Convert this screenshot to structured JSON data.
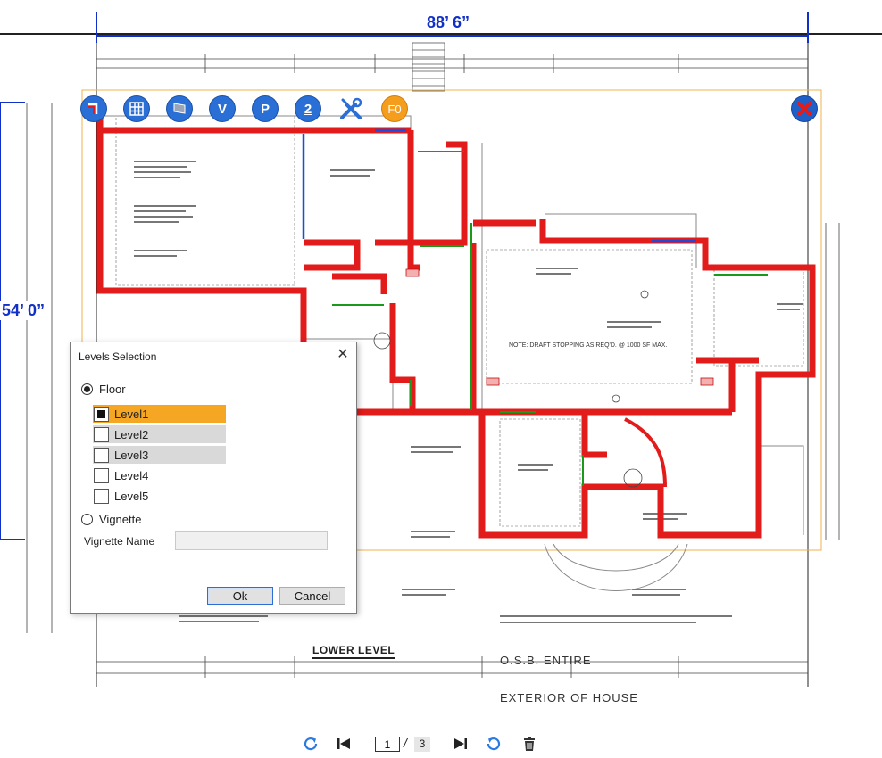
{
  "plan": {
    "dimension_top": "88’ 6”",
    "dimension_left": "54’ 0”",
    "title_line1": "O.S.B. ENTIRE",
    "title_line2": "EXTERIOR OF HOUSE",
    "level_name": "LOWER LEVEL",
    "draft_note": "NOTE: DRAFT STOPPING AS REQ'D. @ 1000 SF MAX."
  },
  "toolbar": {
    "buttons": [
      {
        "id": "wall-tool",
        "icon": "wall-corner-icon",
        "label": ""
      },
      {
        "id": "grid-tool",
        "icon": "grid-icon",
        "label": ""
      },
      {
        "id": "flag-tool",
        "icon": "flag-icon",
        "label": ""
      },
      {
        "id": "v-tool",
        "icon": "",
        "label": "V"
      },
      {
        "id": "p-tool",
        "icon": "",
        "label": "P"
      },
      {
        "id": "level-tool",
        "icon": "",
        "label": "2"
      },
      {
        "id": "tools",
        "icon": "wrench-screwdriver-icon",
        "label": ""
      },
      {
        "id": "floor-indicator",
        "icon": "",
        "label": "F0"
      }
    ],
    "accent": "#2a6fd6",
    "orange": "#f59d1d"
  },
  "dialog": {
    "title": "Levels Selection",
    "floor_label": "Floor",
    "vignette_label": "Vignette",
    "vignette_name_label": "Vignette Name",
    "vignette_name_value": "",
    "levels": [
      {
        "label": "Level1",
        "checked": true,
        "state": "selected"
      },
      {
        "label": "Level2",
        "checked": false,
        "state": "shaded"
      },
      {
        "label": "Level3",
        "checked": false,
        "state": "shaded"
      },
      {
        "label": "Level4",
        "checked": false,
        "state": "normal"
      },
      {
        "label": "Level5",
        "checked": false,
        "state": "normal"
      }
    ],
    "ok_label": "Ok",
    "cancel_label": "Cancel",
    "selected_color": "#f5a623"
  },
  "pager": {
    "current_page": "1",
    "separator": "/",
    "total_pages": "3"
  }
}
